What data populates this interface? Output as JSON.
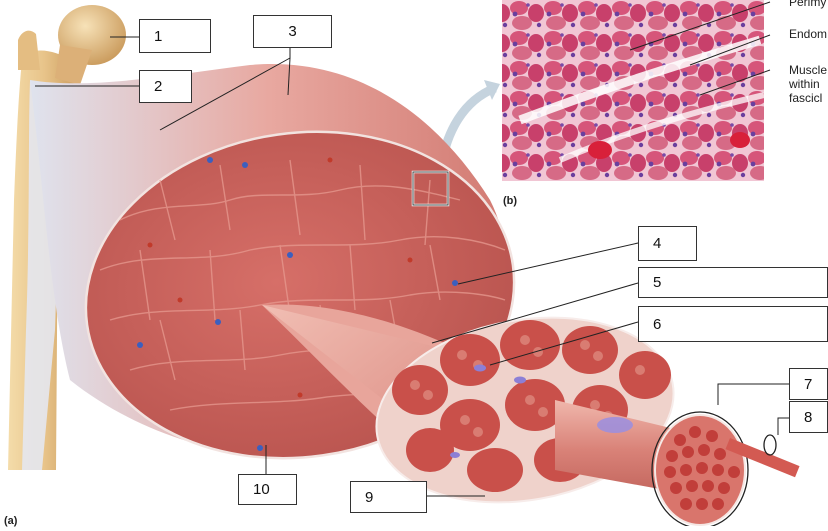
{
  "labels": {
    "l1": "1",
    "l2": "2",
    "l3": "3",
    "l4": "4",
    "l5": "5",
    "l6": "6",
    "l7": "7",
    "l8": "8",
    "l9": "9",
    "l10": "10"
  },
  "micrograph": {
    "panel_letter": "(b)",
    "callouts": [
      "Perimy",
      "Endom",
      "Muscle",
      "within",
      "fascicl"
    ]
  },
  "figure": {
    "panel_letter_a": "(a)"
  },
  "colors": {
    "muscle": "#c9615c",
    "muscle_light": "#e49a8e",
    "muscle_dark": "#a44742",
    "bone": "#e8c48a",
    "tendon": "#dcdfea",
    "stain": "#d6557a",
    "nucleus": "#3b5fbf"
  }
}
